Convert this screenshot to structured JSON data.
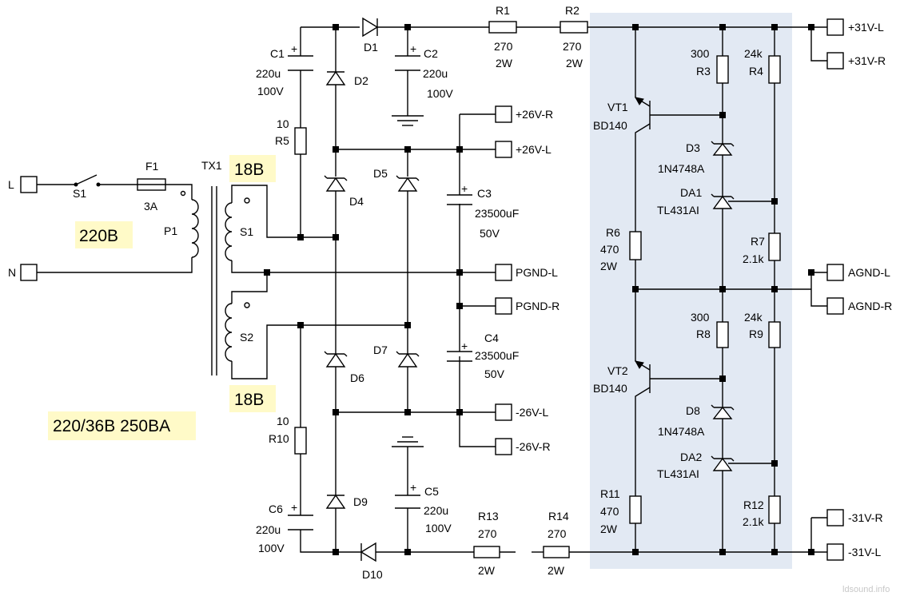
{
  "annotations": {
    "primary_voltage": "220B",
    "secondary_s1": "18B",
    "secondary_s2": "18B",
    "transformer_spec": "220/36B 250BA",
    "watermark": "ldsound.info"
  },
  "inputs": {
    "line": "L",
    "neutral": "N"
  },
  "components": {
    "S1": {
      "ref": "S1"
    },
    "F1": {
      "ref": "F1",
      "value": "3A"
    },
    "TX1": {
      "ref": "TX1",
      "primary": "P1",
      "secondary1": "S1",
      "secondary2": "S2"
    },
    "C1": {
      "ref": "C1",
      "value": "220u",
      "rating": "100V"
    },
    "C2": {
      "ref": "C2",
      "value": "220u",
      "rating": "100V"
    },
    "C3": {
      "ref": "C3",
      "value": "23500uF",
      "rating": "50V"
    },
    "C4": {
      "ref": "C4",
      "value": "23500uF",
      "rating": "50V"
    },
    "C5": {
      "ref": "C5",
      "value": "220u",
      "rating": "100V"
    },
    "C6": {
      "ref": "C6",
      "value": "220u",
      "rating": "100V"
    },
    "R1": {
      "ref": "R1",
      "value": "270",
      "rating": "2W"
    },
    "R2": {
      "ref": "R2",
      "value": "270",
      "rating": "2W"
    },
    "R13": {
      "ref": "R13",
      "value": "270",
      "rating": "2W"
    },
    "R14": {
      "ref": "R14",
      "value": "270",
      "rating": "2W"
    },
    "R5": {
      "ref": "R5",
      "value": "10"
    },
    "R10": {
      "ref": "R10",
      "value": "10"
    },
    "R3": {
      "ref": "R3",
      "value": "300"
    },
    "R8": {
      "ref": "R8",
      "value": "300"
    },
    "R4": {
      "ref": "R4",
      "value": "24k"
    },
    "R9": {
      "ref": "R9",
      "value": "24k"
    },
    "R6": {
      "ref": "R6",
      "value": "470",
      "rating": "2W"
    },
    "R11": {
      "ref": "R11",
      "value": "470",
      "rating": "2W"
    },
    "R7": {
      "ref": "R7",
      "value": "2.1k"
    },
    "R12": {
      "ref": "R12",
      "value": "2.1k"
    },
    "D1": {
      "ref": "D1"
    },
    "D2": {
      "ref": "D2"
    },
    "D4": {
      "ref": "D4"
    },
    "D5": {
      "ref": "D5"
    },
    "D6": {
      "ref": "D6"
    },
    "D7": {
      "ref": "D7"
    },
    "D9": {
      "ref": "D9"
    },
    "D10": {
      "ref": "D10"
    },
    "D3": {
      "ref": "D3",
      "value": "1N4748A"
    },
    "D8": {
      "ref": "D8",
      "value": "1N4748A"
    },
    "DA1": {
      "ref": "DA1",
      "value": "TL431AI"
    },
    "DA2": {
      "ref": "DA2",
      "value": "TL431AI"
    },
    "VT1": {
      "ref": "VT1",
      "value": "BD140"
    },
    "VT2": {
      "ref": "VT2",
      "value": "BD140"
    }
  },
  "outputs": {
    "p26r": "+26V-R",
    "p26l": "+26V-L",
    "pgndl": "PGND-L",
    "pgndr": "PGND-R",
    "m26l": "-26V-L",
    "m26r": "-26V-R",
    "p31l": "+31V-L",
    "p31r": "+31V-R",
    "agndl": "AGND-L",
    "agndr": "AGND-R",
    "m31r": "-31V-R",
    "m31l": "-31V-L"
  }
}
